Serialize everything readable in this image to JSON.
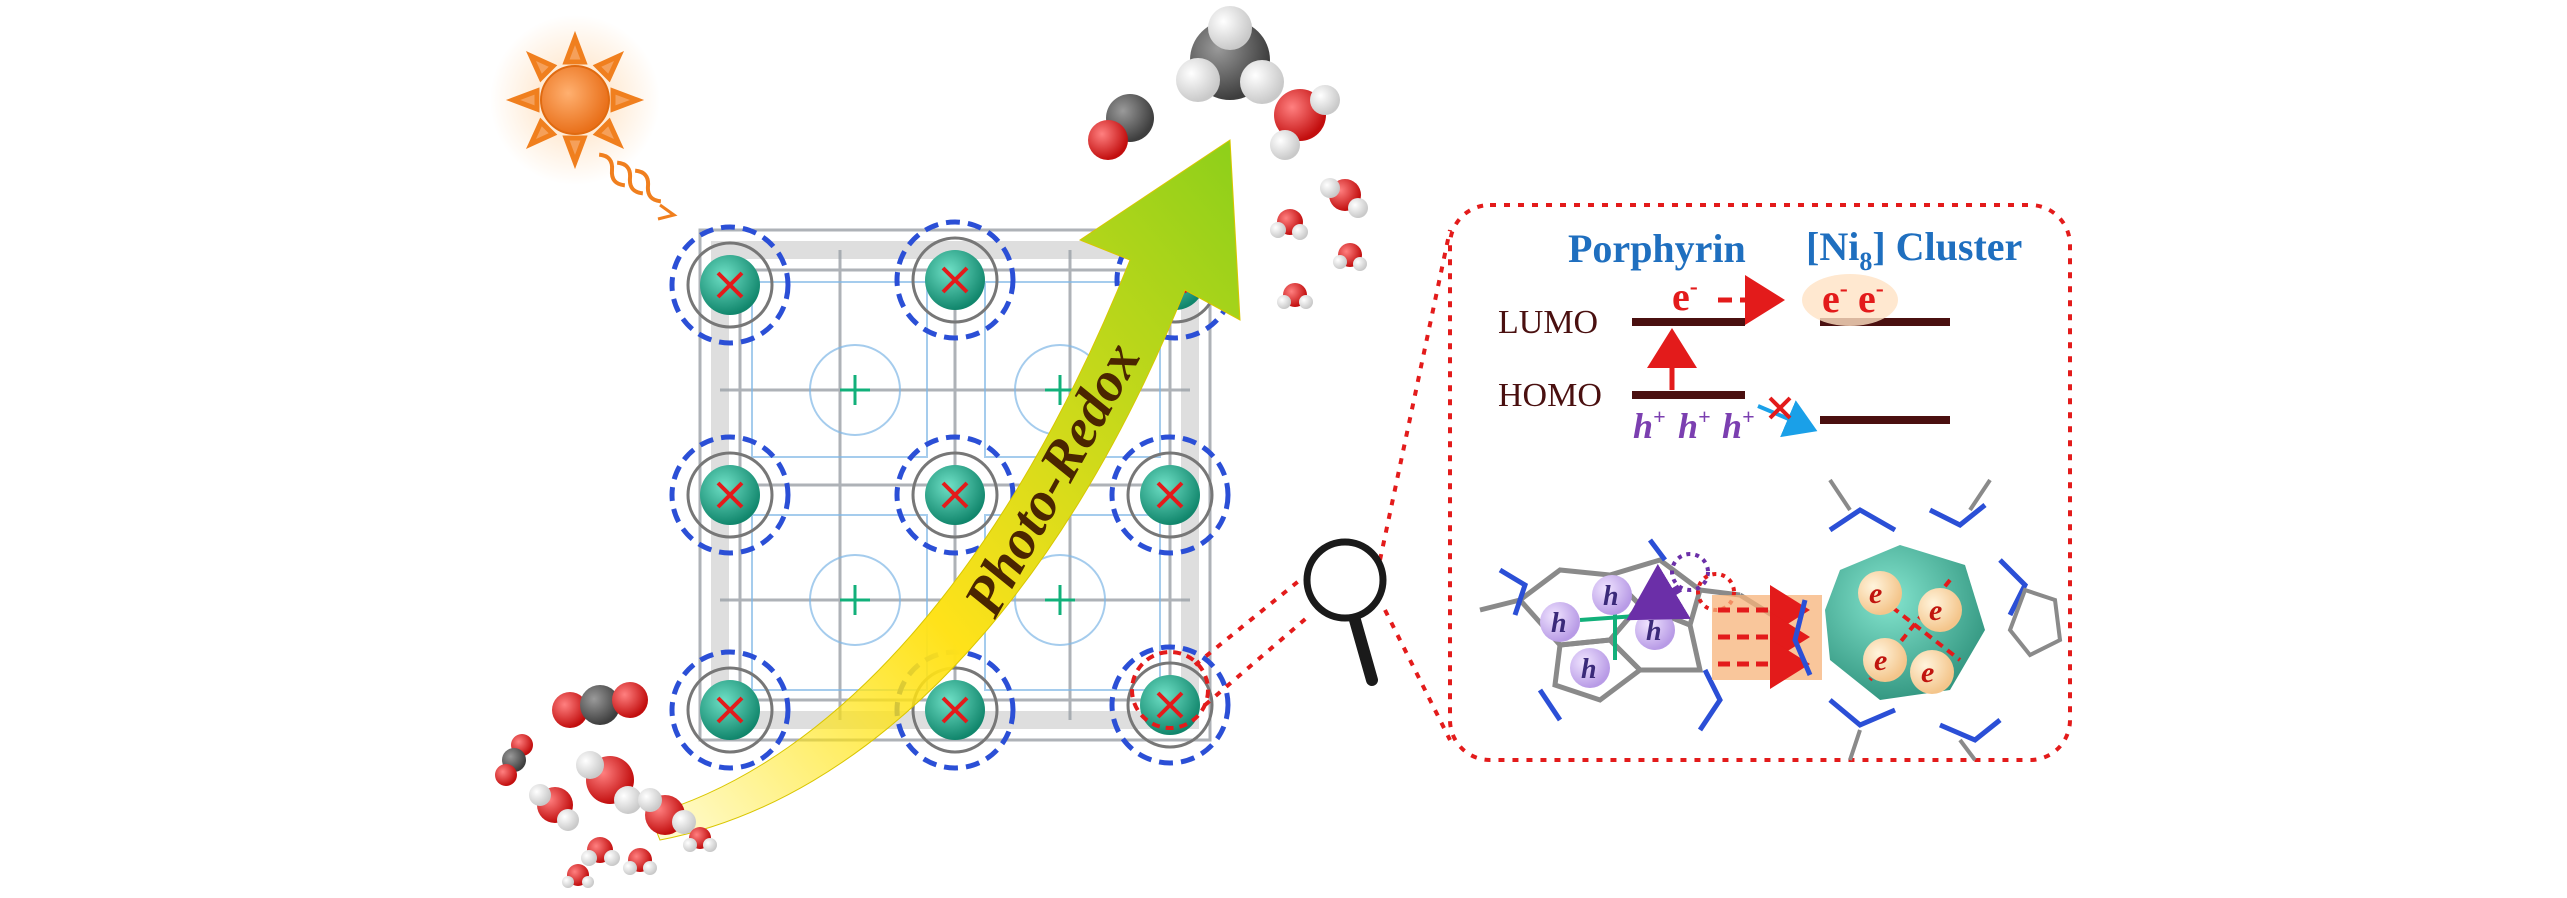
{
  "colors": {
    "title_blue": "#1f6fbf",
    "level_dark": "#4a1010",
    "electron_red": "#e31b1b",
    "hole_purple": "#7b3fb0",
    "cluster_teal": "#1aa88a",
    "frame_blue": "#2b4fd6",
    "sun_orange": "#f07f1e",
    "arrow_yellow": "#f2e21a",
    "arrow_green": "#8ccf1a",
    "inset_border": "#e31b1b"
  },
  "icons": [
    "sun-icon",
    "magnifier-icon"
  ],
  "arrow_label": "Photo-Redox",
  "inset": {
    "title_left": "Porphyrin",
    "title_right_prefix": "[Ni",
    "title_right_sub": "8",
    "title_right_suffix": "] Cluster",
    "lumo": "LUMO",
    "homo": "HOMO",
    "electron_sup": "-",
    "e": "e",
    "h": "h",
    "hole_sup": "+"
  }
}
